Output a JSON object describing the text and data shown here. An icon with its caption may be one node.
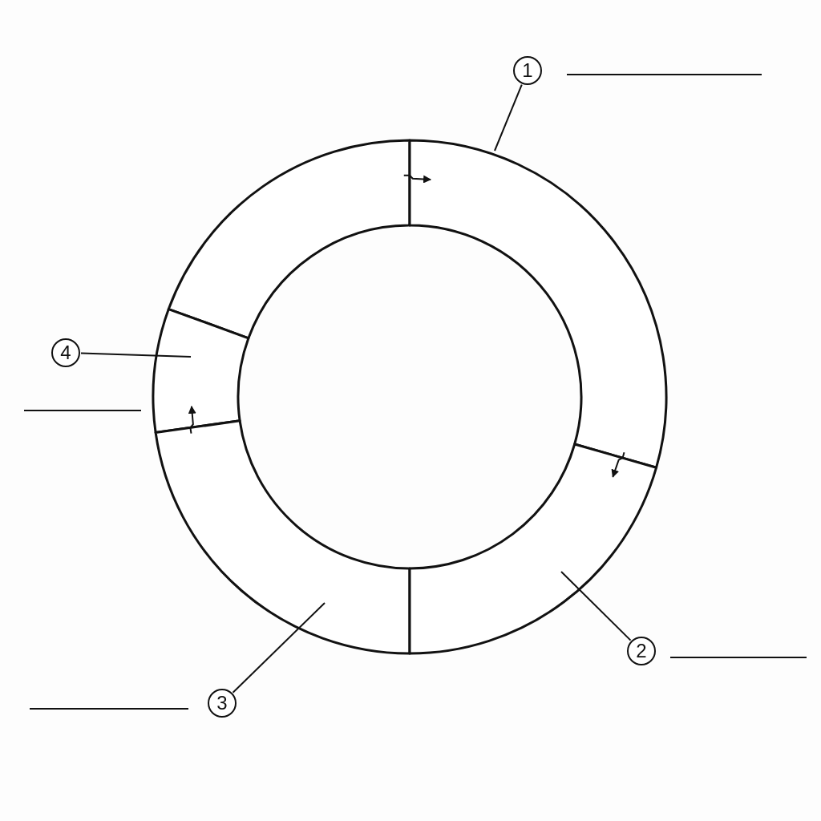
{
  "diagram": {
    "nodes": [
      {
        "text": [
          "1"
        ]
      },
      {
        "text": [
          "4"
        ]
      },
      {
        "text": [
          "2"
        ]
      },
      {
        "text": [
          "3"
        ]
      },
      {
        "text": [],
        "shape": "band"
      },
      {
        "text": [],
        "shape": "band"
      },
      {
        "text": [],
        "shape": "band"
      },
      {
        "text": [],
        "shape": "band"
      },
      {
        "text": [],
        "shape": "band"
      }
    ],
    "edges": [
      {
        "from": 0,
        "to": 5,
        "arrow": "none"
      },
      {
        "from": 1,
        "to": 6,
        "arrow": "none"
      },
      {
        "from": 2,
        "to": 8,
        "arrow": "none"
      },
      {
        "from": 3,
        "to": 7,
        "arrow": "none"
      },
      {
        "from": 4,
        "to": 5,
        "arrow": "to"
      },
      {
        "from": 5,
        "to": 8,
        "arrow": "to"
      },
      {
        "from": 7,
        "to": 6,
        "arrow": "to"
      }
    ]
  }
}
